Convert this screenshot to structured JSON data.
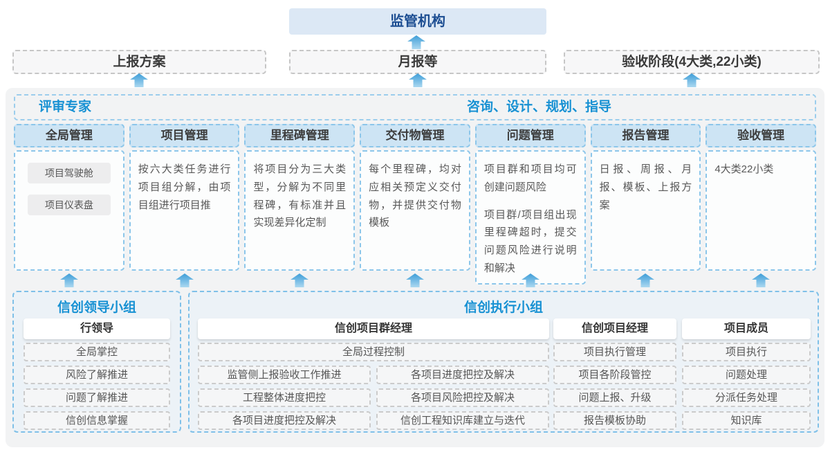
{
  "colors": {
    "accent_blue": "#1791d3",
    "dark_blue": "#1d4e92",
    "panel_bg": "#f2f3f4",
    "column_header_bg": "#cde4f4",
    "dashed_blue_border": "#8cc6ea",
    "arrow_top": "#3e9ed8",
    "arrow_bottom": "#abd8f0"
  },
  "top": {
    "regulator": "监管机构",
    "outputs": [
      {
        "label": "上报方案"
      },
      {
        "label": "月报等"
      },
      {
        "label": "验收阶段(4大类,22小类)"
      }
    ]
  },
  "platform": {
    "expert_label": "评审专家",
    "consult_label": "咨询、设计、规划、指导",
    "columns": [
      {
        "title": "全局管理",
        "pills": [
          "项目驾驶舱",
          "项目仪表盘"
        ]
      },
      {
        "title": "项目管理",
        "paragraphs": [
          "按六大类任务进行项目组分解，由项目组进行项目推"
        ]
      },
      {
        "title": "里程碑管理",
        "paragraphs": [
          "将项目分为三大类型，分解为不同里程碑，有标准并且实现差异化定制"
        ]
      },
      {
        "title": "交付物管理",
        "paragraphs": [
          "每个里程碑，均对应相关预定义交付物，并提供交付物模板"
        ]
      },
      {
        "title": "问题管理",
        "paragraphs": [
          "项目群和项目均可创建问题风险",
          "项目群/项目组出现里程碑超时，提交问题风险进行说明和解决"
        ]
      },
      {
        "title": "报告管理",
        "paragraphs": [
          "日报、周报、月报、模板、上报方案"
        ]
      },
      {
        "title": "验收管理",
        "paragraphs": [
          "4大类22小类"
        ]
      }
    ]
  },
  "teams": {
    "leader_group": {
      "title": "信创领导小组",
      "role": "行领导",
      "items": [
        "全局掌控",
        "风险了解推进",
        "问题了解推进",
        "信创信息掌握"
      ]
    },
    "exec_group": {
      "title": "信创执行小组",
      "program_manager": {
        "role": "信创项目群经理",
        "full_item": "全局过程控制",
        "left_items": [
          "监管侧上报验收工作推进",
          "工程整体进度把控",
          "各项目进度把控及解决"
        ],
        "right_items": [
          "各项目进度把控及解决",
          "各项目风险把控及解决",
          "信创工程知识库建立与迭代"
        ]
      },
      "project_manager": {
        "role": "信创项目经理",
        "items": [
          "项目执行管理",
          "项目各阶段管控",
          "问题上报、升级",
          "报告模板协助"
        ]
      },
      "member": {
        "role": "项目成员",
        "items": [
          "项目执行",
          "问题处理",
          "分派任务处理",
          "知识库"
        ]
      }
    }
  }
}
